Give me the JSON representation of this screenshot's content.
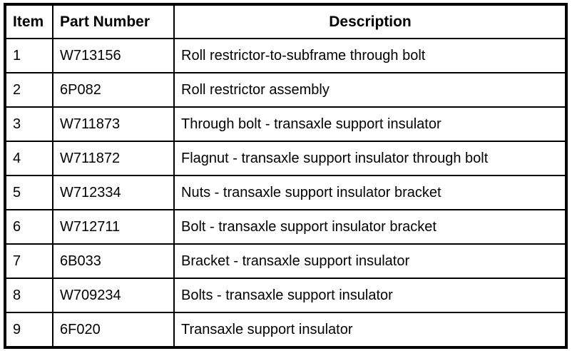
{
  "colors": {
    "background": "#ffffff",
    "border": "#000000",
    "text": "#000000"
  },
  "table": {
    "name": "parts-list-table",
    "columns": [
      {
        "key": "item",
        "label": "Item"
      },
      {
        "key": "part_number",
        "label": "Part Number"
      },
      {
        "key": "description",
        "label": "Description"
      }
    ],
    "rows": [
      {
        "item": "1",
        "part_number": "W713156",
        "description": "Roll restrictor-to-subframe through bolt"
      },
      {
        "item": "2",
        "part_number": "6P082",
        "description": "Roll restrictor assembly"
      },
      {
        "item": "3",
        "part_number": "W711873",
        "description": "Through bolt - transaxle support insulator"
      },
      {
        "item": "4",
        "part_number": "W711872",
        "description": "Flagnut - transaxle support insulator through bolt"
      },
      {
        "item": "5",
        "part_number": "W712334",
        "description": "Nuts - transaxle support insulator bracket"
      },
      {
        "item": "6",
        "part_number": "W712711",
        "description": "Bolt - transaxle support insulator bracket"
      },
      {
        "item": "7",
        "part_number": "6B033",
        "description": "Bracket - transaxle support insulator"
      },
      {
        "item": "8",
        "part_number": "W709234",
        "description": "Bolts - transaxle support insulator"
      },
      {
        "item": "9",
        "part_number": "6F020",
        "description": "Transaxle support insulator"
      }
    ]
  }
}
